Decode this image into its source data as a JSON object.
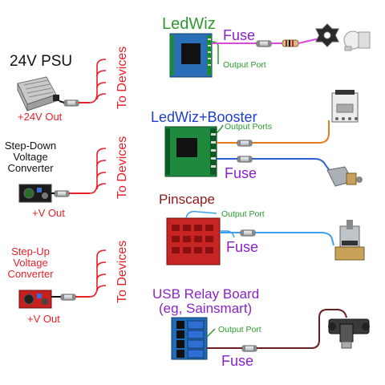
{
  "left": {
    "psu": {
      "title": "24V PSU",
      "out": "+24V Out",
      "devices": "To Devices"
    },
    "stepdown": {
      "title_l1": "Step-Down",
      "title_l2": "Voltage",
      "title_l3": "Converter",
      "out": "+V Out",
      "devices": "To Devices"
    },
    "stepup": {
      "title_l1": "Step-Up",
      "title_l2": "Voltage",
      "title_l3": "Converter",
      "out": "+V Out",
      "devices": "To Devices"
    }
  },
  "right": {
    "ledwiz": {
      "title": "LedWiz",
      "fuse": "Fuse",
      "port": "Output Port"
    },
    "booster": {
      "title": "LedWiz+Booster",
      "fuse": "Fuse",
      "port": "Output Ports"
    },
    "pinscape": {
      "title": "Pinscape",
      "fuse": "Fuse",
      "port": "Output Port"
    },
    "relay": {
      "title_l1": "USB Relay Board",
      "title_l2": "(eg, Sainsmart)",
      "fuse": "Fuse",
      "port": "Output Port"
    }
  },
  "colors": {
    "red": "#e8202a",
    "darkred": "#8b1a1a",
    "green": "#2e9a2e",
    "blue": "#1f3fd1",
    "purple": "#8a22c9",
    "magenta": "#d64cd6",
    "orange": "#e87a1e",
    "wireblue": "#2b63d6",
    "lightblue": "#3aa0ee",
    "maroon": "#6b1f1f"
  }
}
